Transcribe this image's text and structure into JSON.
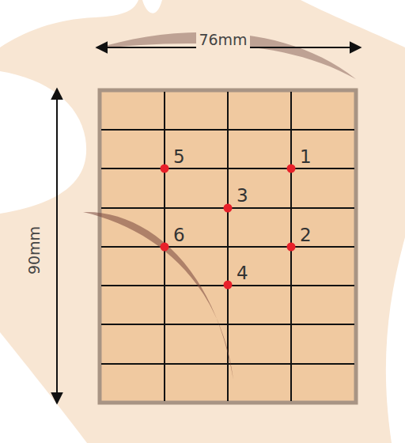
{
  "diagram": {
    "labels": [
      "76mm",
      "90mm",
      "5",
      "1",
      "3",
      "6",
      "2",
      "4"
    ]
  }
}
